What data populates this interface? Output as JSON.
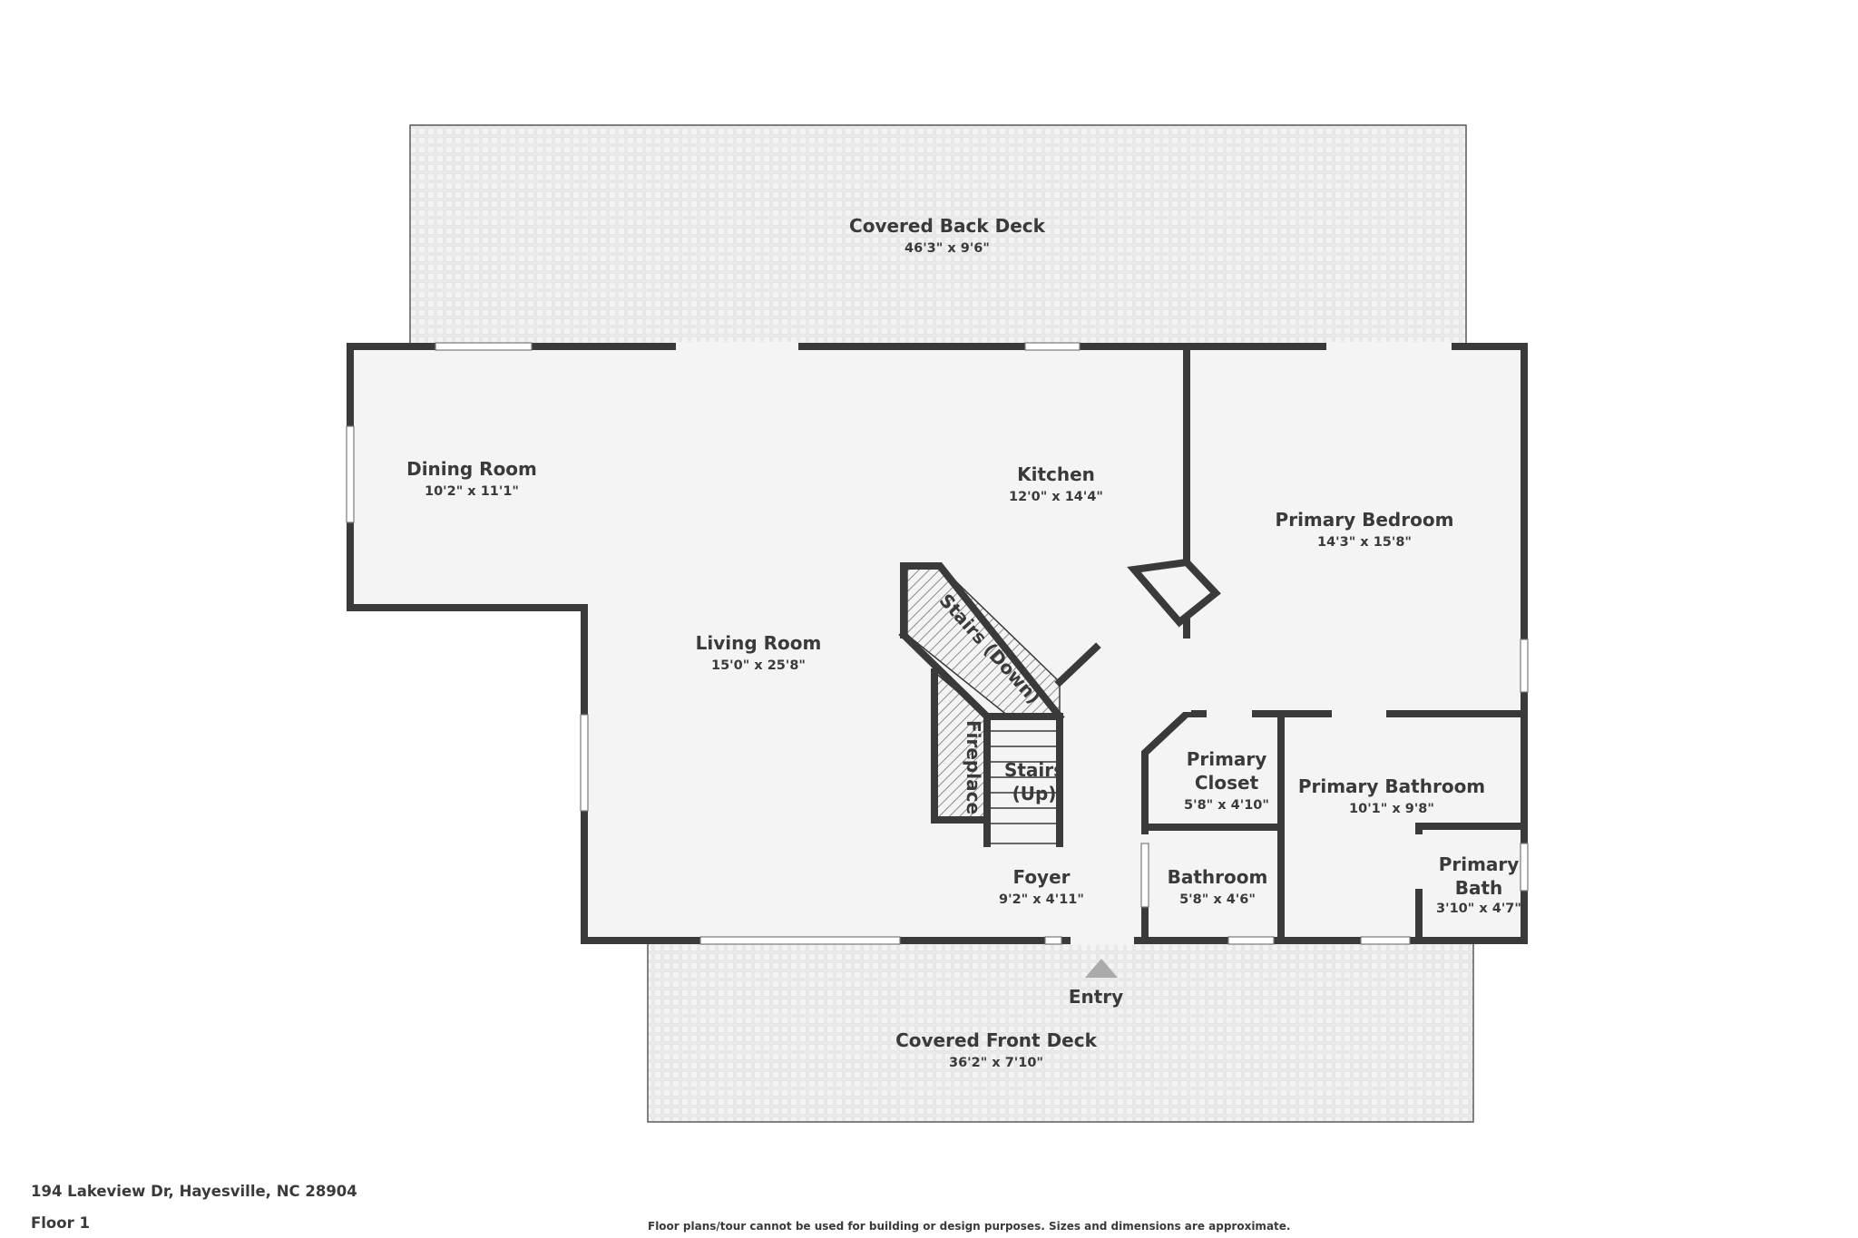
{
  "rooms": {
    "covered_back_deck": {
      "name": "Covered Back Deck",
      "dim": "46'3\" x 9'6\""
    },
    "dining_room": {
      "name": "Dining Room",
      "dim": "10'2\" x 11'1\""
    },
    "kitchen": {
      "name": "Kitchen",
      "dim": "12'0\" x 14'4\""
    },
    "primary_bedroom": {
      "name": "Primary Bedroom",
      "dim": "14'3\" x 15'8\""
    },
    "living_room": {
      "name": "Living Room",
      "dim": "15'0\" x 25'8\""
    },
    "stairs_down": {
      "name": "Stairs (Down)"
    },
    "fireplace": {
      "name": "Fireplace"
    },
    "stairs_up": {
      "line1": "Stairs",
      "line2": "(Up)"
    },
    "primary_closet": {
      "line1": "Primary",
      "line2": "Closet",
      "dim": "5'8\" x 4'10\""
    },
    "primary_bathroom": {
      "name": "Primary Bathroom",
      "dim": "10'1\" x 9'8\""
    },
    "foyer": {
      "name": "Foyer",
      "dim": "9'2\" x 4'11\""
    },
    "bathroom": {
      "name": "Bathroom",
      "dim": "5'8\" x 4'6\""
    },
    "primary_bath": {
      "line1": "Primary",
      "line2": "Bath",
      "dim": "3'10\" x 4'7\""
    },
    "covered_front_deck": {
      "name": "Covered Front Deck",
      "dim": "36'2\" x 7'10\""
    }
  },
  "entry": {
    "label": "Entry"
  },
  "footer": {
    "address": "194 Lakeview Dr, Hayesville, NC 28904",
    "floor": "Floor 1",
    "disclaimer": "Floor plans/tour cannot be used for building or design purposes. Sizes and dimensions are approximate."
  },
  "colors": {
    "wall": "#3a3a3a",
    "floor": "#f4f4f4",
    "deck": "#f1f1f1",
    "text": "#3a3a3a"
  }
}
